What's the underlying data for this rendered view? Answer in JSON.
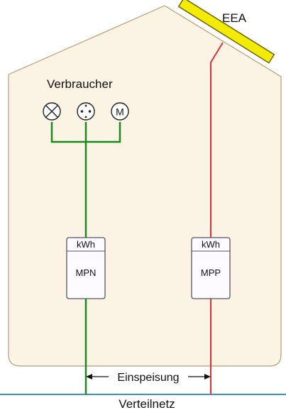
{
  "labels": {
    "eea": "EEA",
    "verbraucher": "Verbraucher",
    "einspeisung": "Einspeisung",
    "verteilnetz": "Verteilnetz"
  },
  "meters": [
    {
      "id": "mpn",
      "unit": "kWh",
      "name": "MPN"
    },
    {
      "id": "mpp",
      "unit": "kWh",
      "name": "MPP"
    }
  ],
  "consumers": [
    {
      "icon": "lamp-icon"
    },
    {
      "icon": "socket-icon"
    },
    {
      "icon": "motor-icon",
      "symbol": "M"
    }
  ],
  "colors": {
    "house_fill": "#fbf3e4",
    "house_stroke": "#b79c72",
    "consumption_line": "#1a8a1a",
    "feed_in_line": "#e0303a",
    "grid_line": "#3f8ec0",
    "solar_panel": "#f2ec00"
  }
}
